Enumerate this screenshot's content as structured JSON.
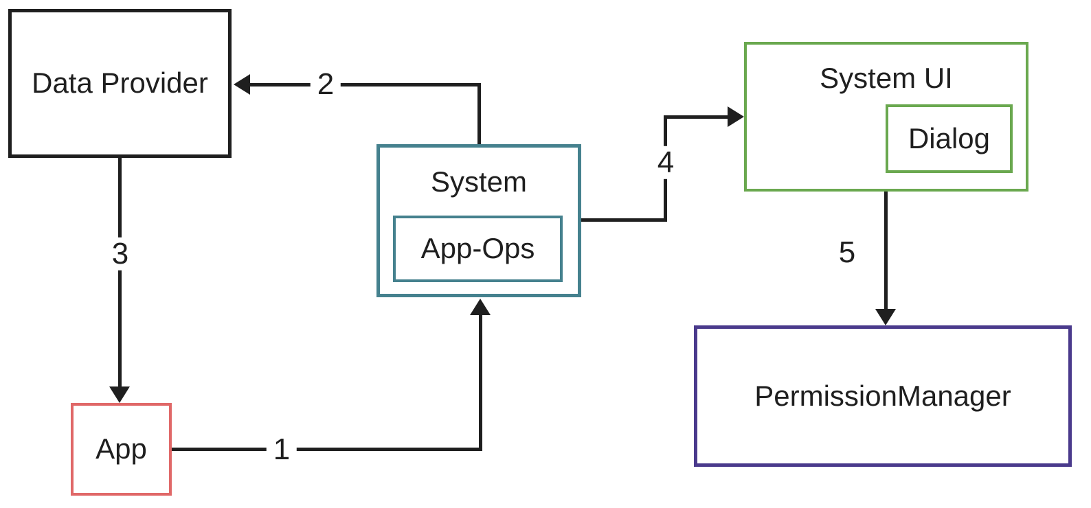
{
  "diagram": {
    "type": "flow-diagram",
    "background_color": "#ffffff",
    "line_color": "#1f1f1f",
    "text_color": "#1f1f1f",
    "nodes": {
      "data_provider": {
        "label": "Data Provider",
        "border_color": "#1f1f1f"
      },
      "system": {
        "label": "System",
        "border_color": "#45818e",
        "contains": [
          "app_ops"
        ]
      },
      "app_ops": {
        "label": "App-Ops",
        "border_color": "#45818e"
      },
      "system_ui": {
        "label": "System UI",
        "border_color": "#6aa84f",
        "contains": [
          "dialog"
        ]
      },
      "dialog": {
        "label": "Dialog",
        "border_color": "#6aa84f"
      },
      "permission_manager": {
        "label": "PermissionManager",
        "border_color": "#4a3a8c"
      },
      "app": {
        "label": "App",
        "border_color": "#e06868"
      }
    },
    "edges": [
      {
        "label": "1",
        "from": "app",
        "to": "system"
      },
      {
        "label": "2",
        "from": "system",
        "to": "data_provider"
      },
      {
        "label": "3",
        "from": "data_provider",
        "to": "app"
      },
      {
        "label": "4",
        "from": "system",
        "to": "system_ui"
      },
      {
        "label": "5",
        "from": "system_ui",
        "to": "permission_manager"
      }
    ]
  }
}
